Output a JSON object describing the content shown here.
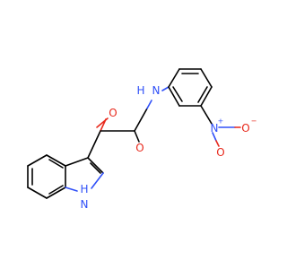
{
  "molecule": {
    "atom_labels": {
      "amide_nh": "N",
      "amide_nh_h": "H",
      "ketone_o": "O",
      "amide_o": "O",
      "nitro_n": "N",
      "nitro_n_charge": "+",
      "nitro_o_double": "O",
      "nitro_o_single": "O",
      "nitro_o_single_charge": "−",
      "indole_nh_h": "H",
      "indole_nh": "N"
    },
    "colors": {
      "carbon_bond": "#000000",
      "oxygen": "#e8291c",
      "nitrogen": "#3050f8"
    }
  }
}
